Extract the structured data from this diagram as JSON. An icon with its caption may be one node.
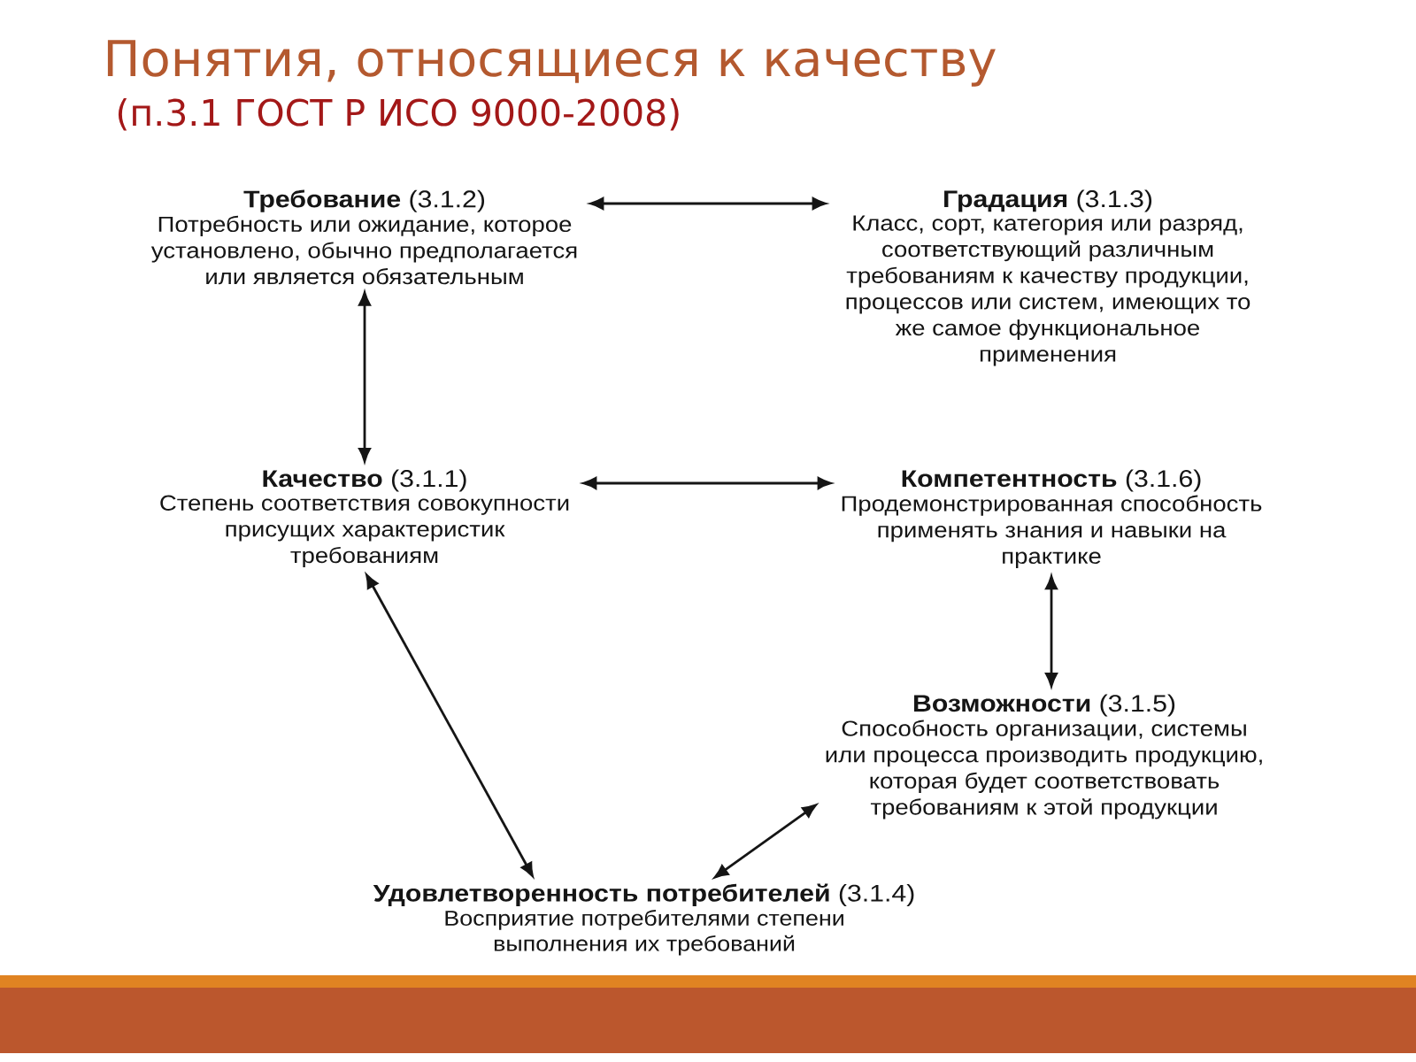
{
  "diagram": {
    "title": "Понятия, относящиеся к качеству",
    "nodes": [
      {
        "text": [
          "**Требование** (3.1.2)",
          "Потребность или ожидание, которое установлено, обычно предполагается или является обязательным"
        ]
      },
      {
        "text": [
          "**Градация** (3.1.3)",
          "Класс, сорт, категория или разряд, соответствующий различным требованиям к качеству продукции, процессов или систем, имеющих то же самое функциональное применения"
        ]
      },
      {
        "text": [
          "**Качество** (3.1.1)",
          "Степень соответствия совокупности присущих характеристик требованиям"
        ]
      },
      {
        "text": [
          "**Компетентность** (3.1.6)",
          "Продемонстрированная способность применять знания и навыки на практике"
        ]
      },
      {
        "text": [
          "**Возможности** (3.1.5)",
          "Способность организации, системы или процесса производить продукцию, которая будет соответствовать требованиям к этой продукции"
        ]
      },
      {
        "text": [
          "**Удовлетворенность потребителей** (3.1.4)",
          "Восприятие потребителями степени выполнения их требований"
        ]
      }
    ],
    "edges": [
      {
        "from": 0,
        "to": 1,
        "arrow": "both"
      },
      {
        "from": 0,
        "to": 2,
        "arrow": "both"
      },
      {
        "from": 2,
        "to": 3,
        "arrow": "both"
      },
      {
        "from": 3,
        "to": 4,
        "arrow": "both"
      },
      {
        "from": 2,
        "to": 5,
        "arrow": "both"
      },
      {
        "from": 4,
        "to": 5,
        "arrow": "both"
      }
    ],
    "labels": [
      "(п.3.1 ГОСТ Р ИСО 9000-2008)"
    ]
  }
}
